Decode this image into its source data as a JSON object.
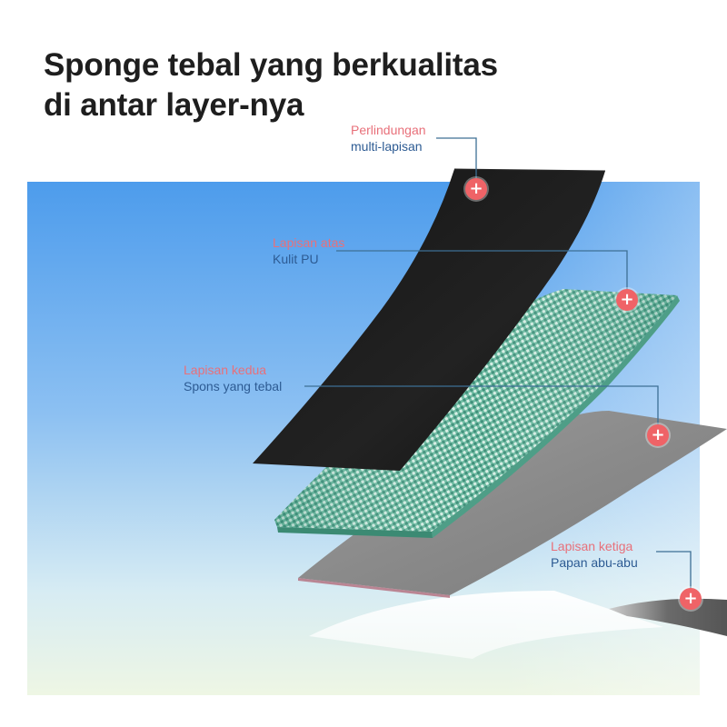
{
  "title": {
    "line1": "Sponge tebal yang berkualitas",
    "line2": "di antar layer-nya"
  },
  "callouts": [
    {
      "id": "pelindung",
      "title": "Perlindungan",
      "subtitle": "multi-lapisan"
    },
    {
      "id": "atas",
      "title": "Lapisan atas",
      "subtitle": "Kulit PU"
    },
    {
      "id": "kedua",
      "title": "Lapisan kedua",
      "subtitle": "Spons yang tebal"
    },
    {
      "id": "ketiga",
      "title": "Lapisan ketiga",
      "subtitle": "Papan abu-abu"
    }
  ],
  "marker_symbol": "+",
  "colors": {
    "callout_title": "#e8707a",
    "callout_subtitle": "#2d5b93",
    "marker": "#ef6367",
    "leader_line": "#3d6f95",
    "leather": "#1a1a1a",
    "sponge": "#5fb49a",
    "board": "#8d8d8d",
    "sky_top": "#5aa6f0",
    "sky_bottom": "#e4f1ee"
  }
}
